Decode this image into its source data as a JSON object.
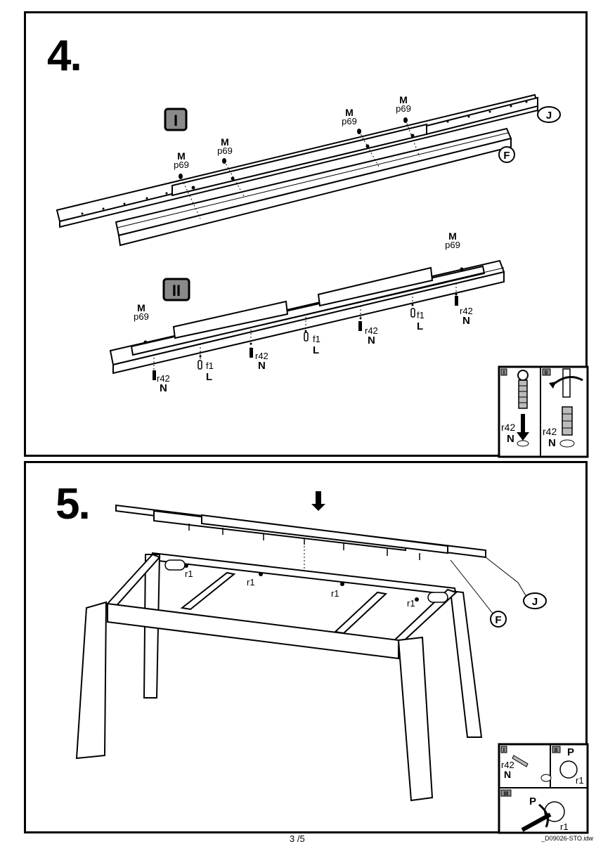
{
  "steps": {
    "step4": {
      "number": "4.",
      "sub_badges": [
        "I",
        "II"
      ],
      "part_labels": {
        "rail": "J",
        "beam": "F"
      },
      "screw_code": "M",
      "screw_ref": "p69",
      "dowel_code": "L",
      "dowel_ref": "f1",
      "bolt_code": "N",
      "bolt_ref": "r42",
      "inset": {
        "panel_1": "I",
        "panel_2": "II",
        "ref": "r42",
        "code": "N"
      }
    },
    "step5": {
      "number": "5.",
      "part_labels": {
        "rail": "J",
        "beam": "F"
      },
      "fitting_ref": "r1",
      "inset": {
        "panel_1": "I",
        "panel_2": "II",
        "panel_3": "III",
        "bolt_ref": "r42",
        "bolt_code": "N",
        "cam_code": "P",
        "cam_ref": "r1"
      }
    }
  },
  "footer": {
    "page": "3 /5",
    "file": "_D09026-STO.idw"
  }
}
